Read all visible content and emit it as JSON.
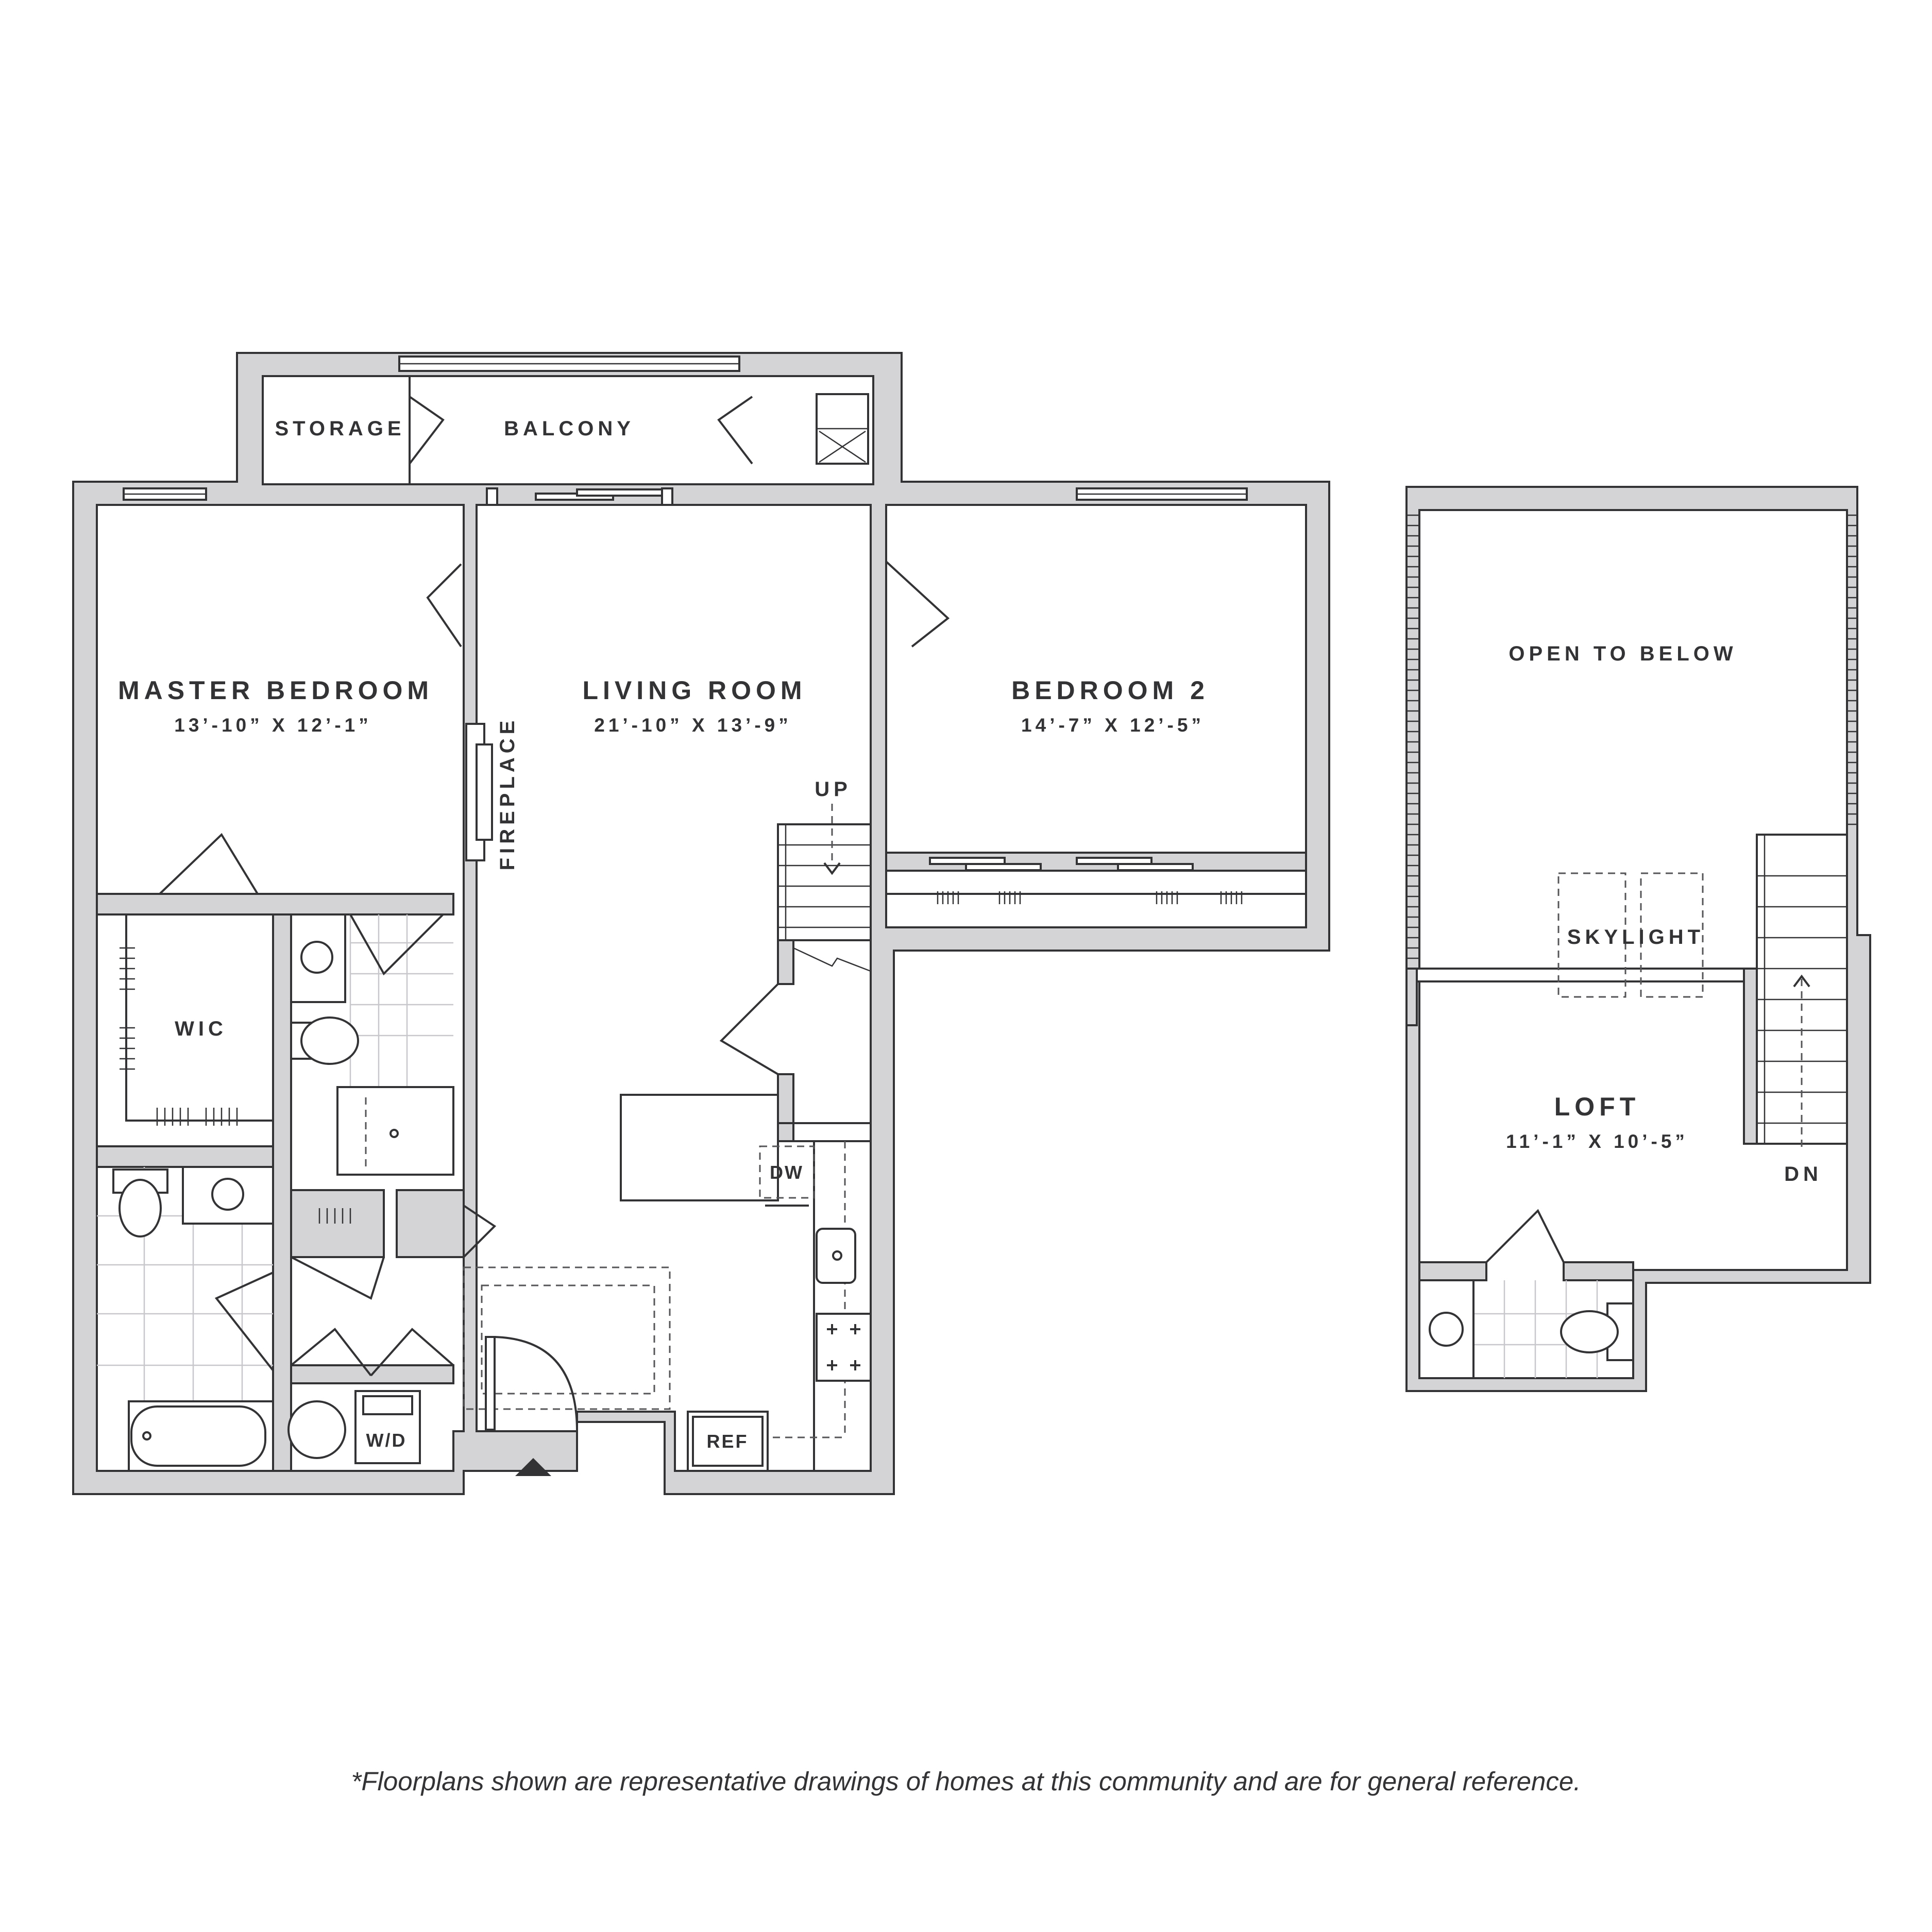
{
  "colors": {
    "wall_fill": "#d4d4d6",
    "ink": "#333336",
    "tile": "#c8c8cc",
    "background": "#ffffff"
  },
  "main_level": {
    "master_bedroom": {
      "name": "MASTER BEDROOM",
      "size": "13’-10” X 12’-1”"
    },
    "living_room": {
      "name": "LIVING ROOM",
      "size": "21’-10” X 13’-9”"
    },
    "bedroom_2": {
      "name": "BEDROOM 2",
      "size": "14’-7” X 12’-5”"
    },
    "storage": "STORAGE",
    "balcony": "BALCONY",
    "fireplace": "FIREPLACE",
    "wic": "WIC",
    "stairs_up": "UP",
    "dishwasher": "DW",
    "refrigerator": "REF",
    "washer_dryer": "W/D"
  },
  "upper_level": {
    "open_to_below": "OPEN TO BELOW",
    "skylight": "SKYLIGHT",
    "loft": {
      "name": "LOFT",
      "size": "11’-1” X 10’-5”"
    },
    "stairs_down": "DN"
  },
  "icons": {
    "entry_marker": "entry-arrow-icon"
  },
  "disclaimer": "*Floorplans shown are representative drawings of homes at this community and are for general reference."
}
